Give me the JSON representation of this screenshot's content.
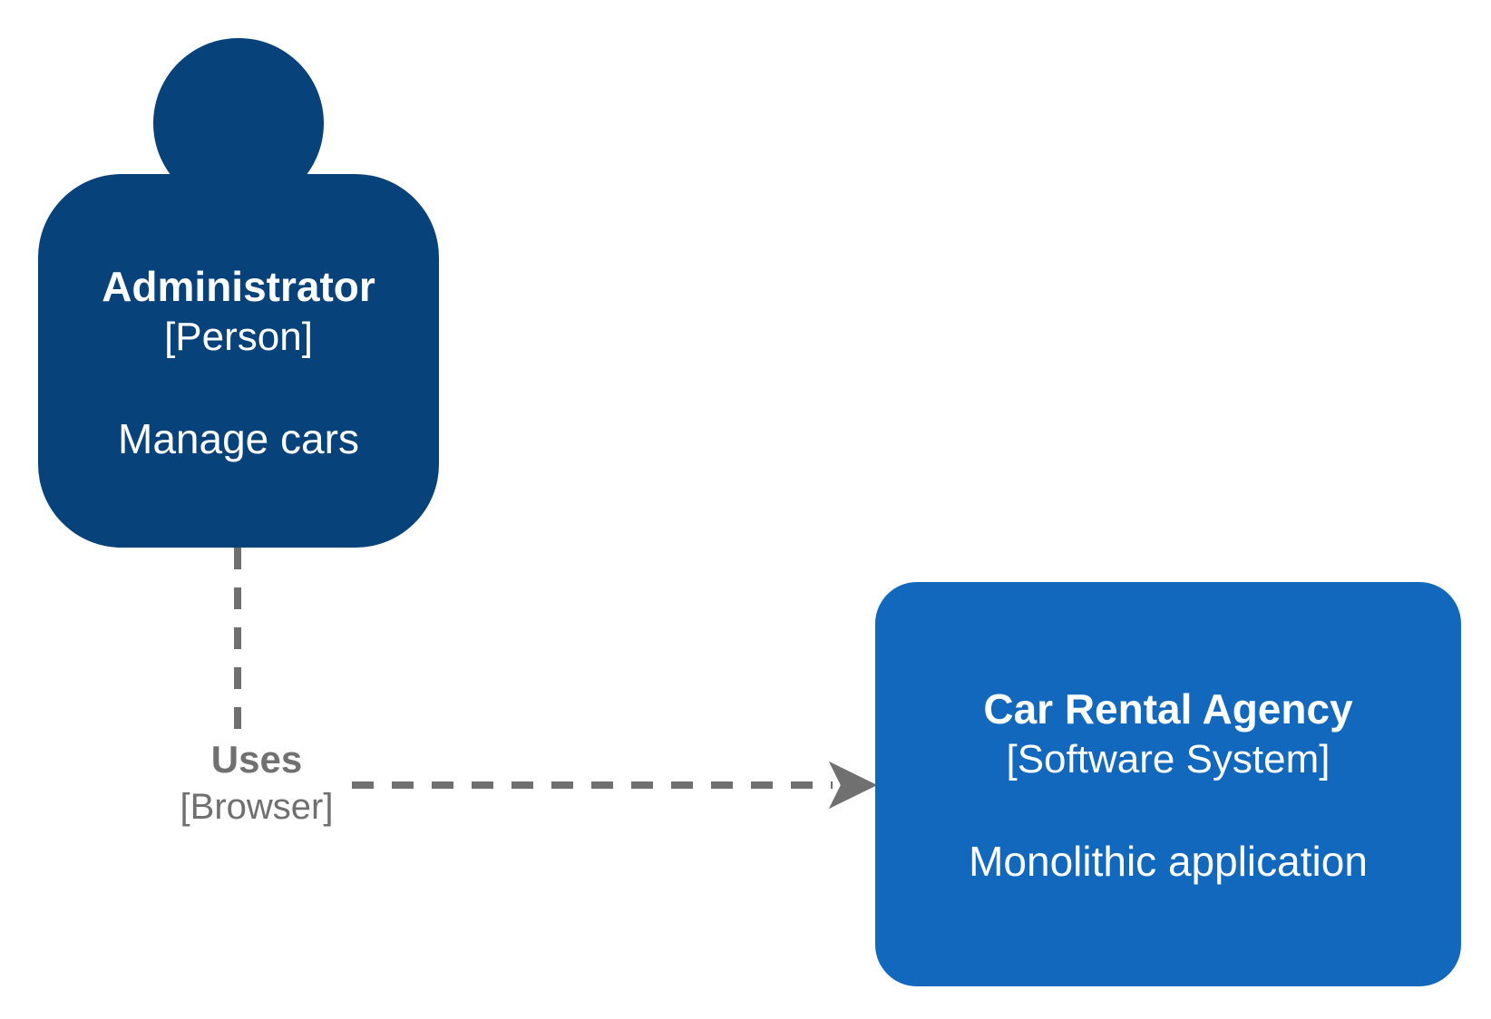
{
  "colors": {
    "person": "#08427b",
    "system": "#1168bd",
    "edge": "#707070",
    "text": "#ffffff"
  },
  "person": {
    "name": "Administrator",
    "kind": "[Person]",
    "description": "Manage cars"
  },
  "system": {
    "name": "Car Rental Agency",
    "kind": "[Software System]",
    "description": "Monolithic application"
  },
  "relationship": {
    "label": "Uses",
    "technology": "[Browser]",
    "style": "dashed",
    "from": "Administrator",
    "to": "Car Rental Agency"
  }
}
